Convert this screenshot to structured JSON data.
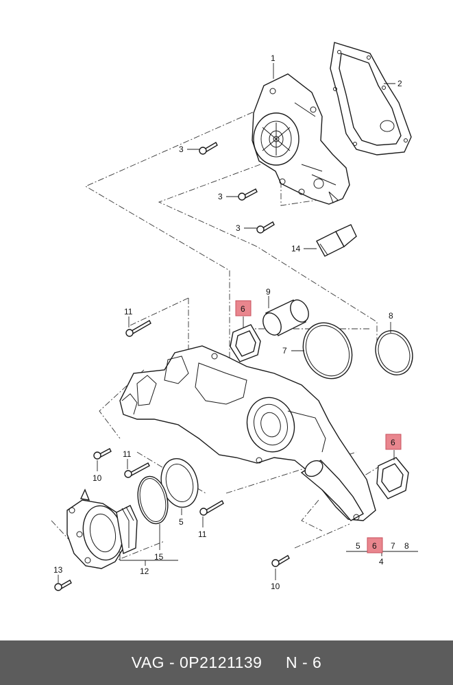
{
  "callouts": {
    "c1": "1",
    "c2": "2",
    "c3a": "3",
    "c3b": "3",
    "c3c": "3",
    "c14": "14",
    "c9": "9",
    "c6a": "6",
    "c11a": "11",
    "c8a": "8",
    "c7a": "7",
    "c11b": "11",
    "c10a": "10",
    "c6b": "6",
    "c5a": "5",
    "c11c": "11",
    "c15": "15",
    "c12": "12",
    "c13": "13",
    "c5b": "5",
    "c6c": "6",
    "c7b": "7",
    "c8b": "8",
    "c4": "4",
    "c10b": "10"
  },
  "footer": {
    "part_ref": "VAG - 0P2121139",
    "position": "N - 6"
  },
  "colors": {
    "highlight": "#e9868e",
    "footer_bg": "#5c5c5c"
  }
}
